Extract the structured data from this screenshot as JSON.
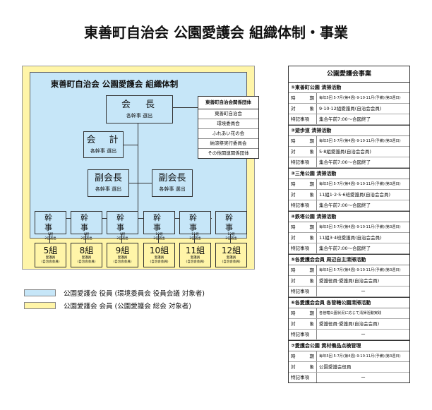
{
  "title": "東善町自治会 公園愛護会 組織体制・事業",
  "org": {
    "title": "東善町自治会 公園愛護会 組織体制",
    "president": {
      "label": "会　長",
      "sub": "各幹事 選出"
    },
    "treasurer": {
      "label": "会　計",
      "sub": "各幹事 選出"
    },
    "vice_presidents": [
      {
        "label": "副会長",
        "sub": "各幹事 選出"
      },
      {
        "label": "副会長",
        "sub": "各幹事 選出"
      }
    ],
    "related": {
      "header": "東善町自治会関係団体",
      "items": [
        "東善町自治会",
        "環境委員会",
        "ふれあい花の会",
        "納涼祭実行委員会",
        "その他関連関係団体"
      ]
    },
    "secretaries": [
      {
        "label": "幹　事",
        "sub1": "5組",
        "sub2": "2名選出"
      },
      {
        "label": "幹　事",
        "sub1": "8組",
        "sub2": "2名選出"
      },
      {
        "label": "幹　事",
        "sub1": "9組",
        "sub2": "2名選出"
      },
      {
        "label": "幹　事",
        "sub1": "10組",
        "sub2": "2名選出"
      },
      {
        "label": "幹　事",
        "sub1": "11組",
        "sub2": "2名選出"
      },
      {
        "label": "幹　事",
        "sub1": "12組",
        "sub2": "2名選出"
      }
    ],
    "groups": [
      {
        "label": "5組",
        "sub1": "愛護員",
        "sub2": "(自治会会員)"
      },
      {
        "label": "8組",
        "sub1": "愛護員",
        "sub2": "(自治会会員)"
      },
      {
        "label": "9組",
        "sub1": "愛護員",
        "sub2": "(自治会会員)"
      },
      {
        "label": "10組",
        "sub1": "愛護員",
        "sub2": "(自治会会員)"
      },
      {
        "label": "11組",
        "sub1": "愛護員",
        "sub2": "(自治会会員)"
      },
      {
        "label": "12組",
        "sub1": "愛護員",
        "sub2": "(自治会会員)"
      }
    ]
  },
  "legend": [
    {
      "color": "#c6e6f8",
      "label": "公園愛護会 役員 (環境委員会 役員会議 対象者)"
    },
    {
      "color": "#fff5a8",
      "label": "公園愛護会 会員 (公園愛護会 総会 対象者)"
    }
  ],
  "colors": {
    "officer_blue": "#c6e6f8",
    "member_yellow": "#fff5a8"
  },
  "table": {
    "header": "公園愛護会事業",
    "keys": {
      "period_a": "時",
      "period_b": "期",
      "target_a": "対",
      "target_b": "象",
      "note": "特記事項"
    },
    "sections": [
      {
        "title": "①東善町公園 清掃活動",
        "period": "毎年5回 5·7月(第4週)·9·10·11月(予備)(第3週日)",
        "target": "9·10·12組愛護員(自治会会員)",
        "note": "集合午前7:00～合図終了"
      },
      {
        "title": "②遊歩道 清掃活動",
        "period": "毎年5回 5·7月(第4週)·9·10·11月(予備)(第3週日)",
        "target": "5·8組愛護員(自治会会員)",
        "note": "集合午前7:00～合図終了"
      },
      {
        "title": "③三角公園 清掃活動",
        "period": "毎年5回 5·7月(第4週)·9·10·11月(予備)(第3週日)",
        "target": "11組1·2·5·6班愛護員(自治会会員)",
        "note": "集合午前7:00～合図終了"
      },
      {
        "title": "④鉄塔公園 清掃活動",
        "period": "毎年5回 5·7月(第4週)·9·10·11月(予備)(第3週日)",
        "target": "11組3·4班愛護員(自治会会員)",
        "note": "集合午前7:00～合図終了"
      },
      {
        "title": "⑤各愛護会会員 周辺自主清掃活動",
        "period": "毎年5回 5·7月(第4週)·9·10·11月(予備)(第3週日)",
        "target": "愛護役員·愛護員(自治会会員)",
        "note": "ー"
      },
      {
        "title": "⑥各愛護会会員 各管轄公園清掃活動",
        "period": "各管轄公園状況に応じて清掃活動実践",
        "target": "愛護役員·愛護員(自治会会員)",
        "note": "ー"
      },
      {
        "title": "⑦愛護会公園 資材備品点検管理",
        "period": "毎年5回 5·7月(第4週)·9·10·11月(予備)(第3週日)",
        "target": "公園愛護会役員",
        "note": "ー"
      }
    ]
  }
}
